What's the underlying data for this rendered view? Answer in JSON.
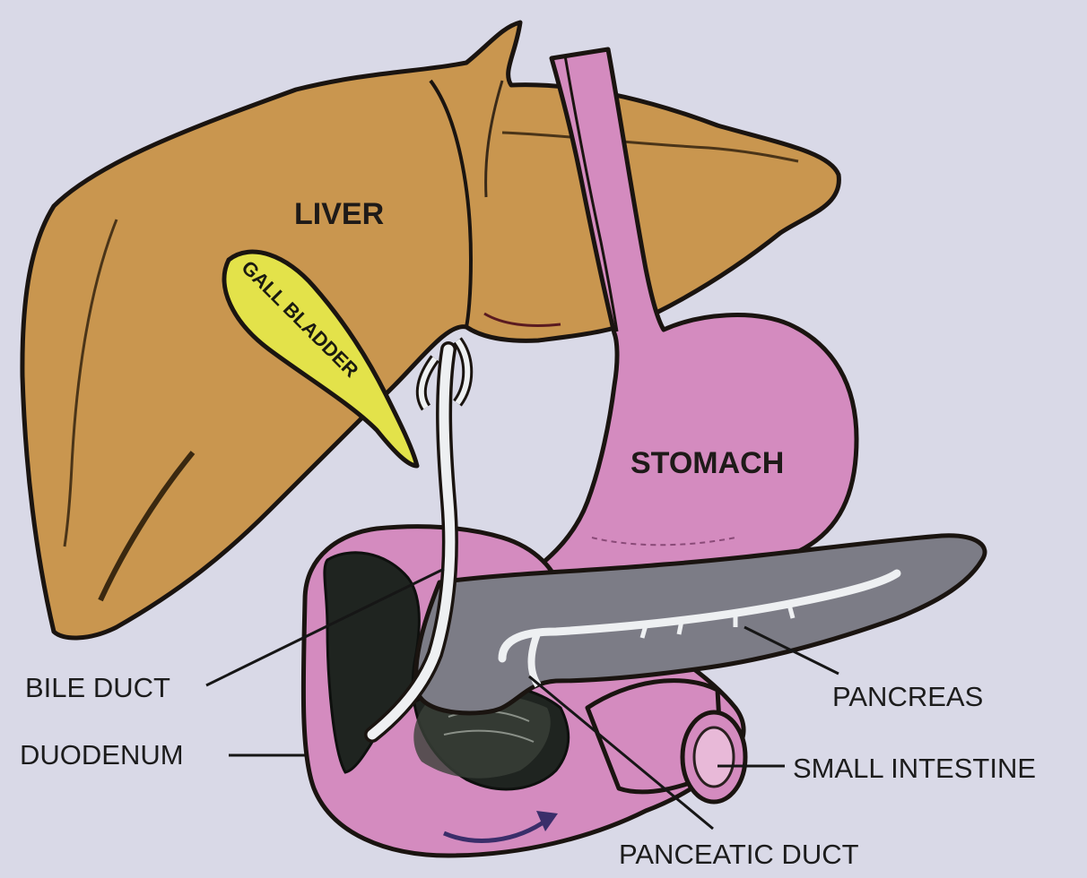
{
  "diagram": {
    "labels": {
      "liver": "LIVER",
      "gall_bladder": "GALL BLADDER",
      "stomach": "STOMACH",
      "bile_duct": "BILE DUCT",
      "duodenum": "DUODENUM",
      "pancreas": "PANCREAS",
      "small_intestine": "SMALL INTESTINE",
      "pancreatic_duct": "PANCEATIC DUCT"
    },
    "colors": {
      "background": "#d9d9e7",
      "liver": "#c9964f",
      "gall_bladder": "#e3e24a",
      "stomach": "#d48bbf",
      "pancreas": "#7c7c86",
      "duct": "#eef0f2",
      "duodenum_inner": "#1f2420",
      "outline": "#1a1410"
    }
  }
}
